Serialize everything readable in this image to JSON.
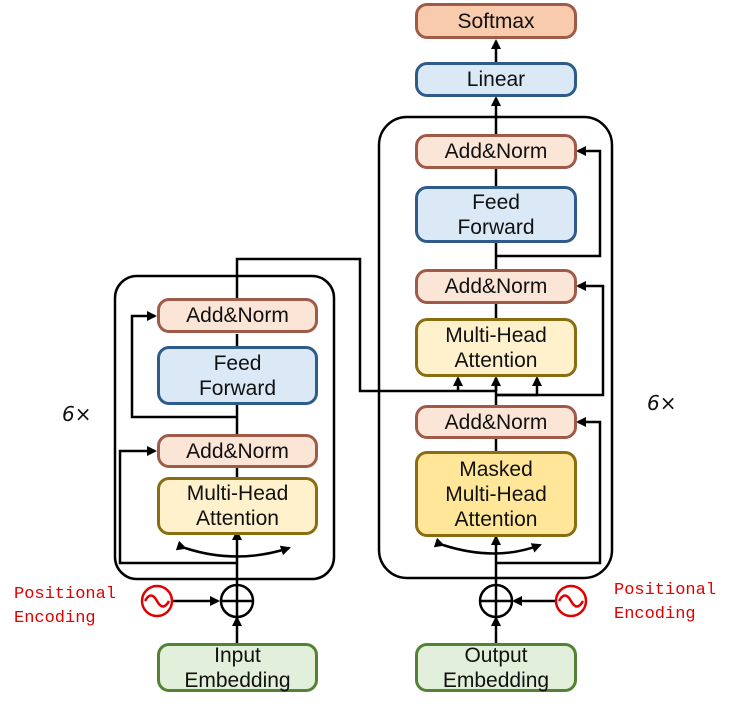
{
  "encoder": {
    "repeat_label": "6×",
    "positional_encoding_label": "Positional\nEncoding",
    "embedding_label": "Input\nEmbedding",
    "attention_label": "Multi-Head\nAttention",
    "add_norm_1_label": "Add&Norm",
    "feed_forward_label": "Feed\nForward",
    "add_norm_2_label": "Add&Norm"
  },
  "decoder": {
    "repeat_label": "6×",
    "positional_encoding_label": "Positional\nEncoding",
    "embedding_label": "Output\nEmbedding",
    "masked_attention_label": "Masked\nMulti-Head\nAttention",
    "add_norm_1_label": "Add&Norm",
    "cross_attention_label": "Multi-Head\nAttention",
    "add_norm_2_label": "Add&Norm",
    "feed_forward_label": "Feed\nForward",
    "add_norm_3_label": "Add&Norm"
  },
  "output": {
    "linear_label": "Linear",
    "softmax_label": "Softmax"
  },
  "colors": {
    "add_norm_fill": "#fbe5d6",
    "feed_forward_fill": "#dbe8f6",
    "attention_fill": "#fff1cc",
    "masked_attention_fill": "#ffe699",
    "embedding_fill": "#e2efda",
    "softmax_fill": "#f8cbad",
    "positional_encoding_color": "#e00000"
  },
  "icons": {
    "adder": "circled-plus-icon",
    "positional_encoding": "sine-wave-icon"
  }
}
